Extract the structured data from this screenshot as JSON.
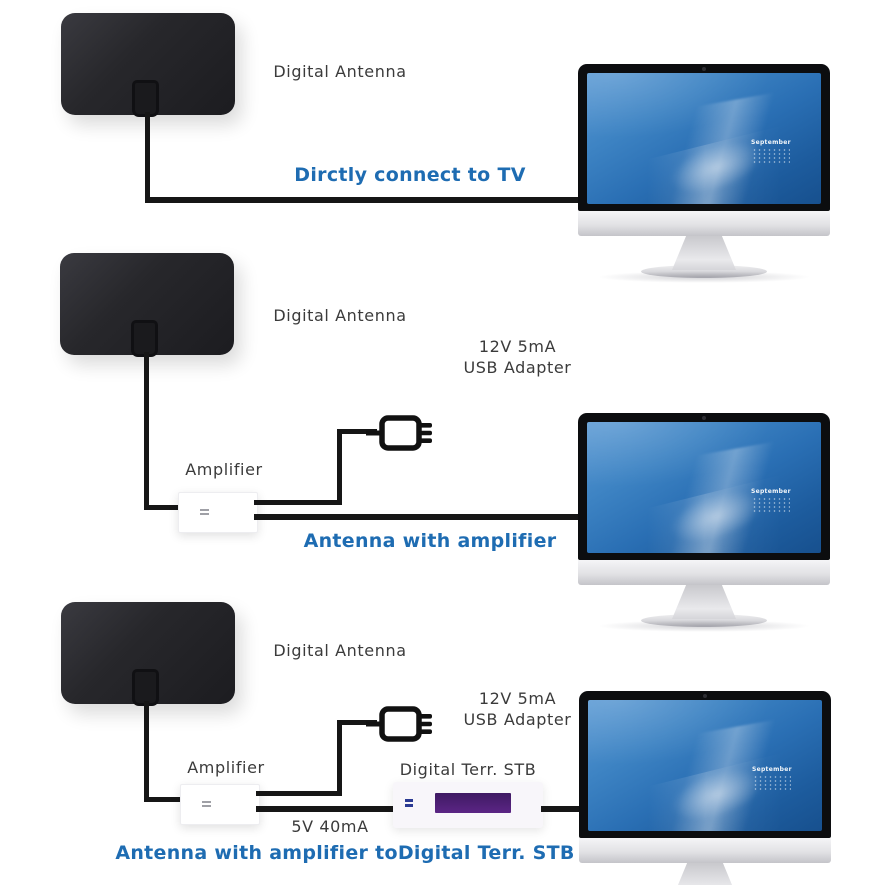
{
  "colors": {
    "caption_blue": "#1e6cb2",
    "label_gray": "#3b3b3b",
    "cable_black": "#161616",
    "antenna_dark": "#1c1c20",
    "screen_blue_light": "#5898d3",
    "screen_blue_dark": "#17508e",
    "stb_display_purple": "#542384",
    "stb_indicator_navy": "#2b3a93"
  },
  "tv_wallpaper": {
    "calendar_title": "September"
  },
  "sections": [
    {
      "name": "direct-connect",
      "antenna_label": "Digital Antenna",
      "caption": "Dirctly connect to TV"
    },
    {
      "name": "with-amplifier",
      "antenna_label": "Digital Antenna",
      "amplifier_label": "Amplifier",
      "adapter_line1": "12V 5mA",
      "adapter_line2": "USB Adapter",
      "caption": "Antenna with amplifier"
    },
    {
      "name": "with-amplifier-stb",
      "antenna_label": "Digital Antenna",
      "amplifier_label": "Amplifier",
      "adapter_line1": "12V 5mA",
      "adapter_line2": "USB Adapter",
      "stb_label": "Digital Terr. STB",
      "wire_label": "5V 40mA",
      "caption": "Antenna with amplifier toDigital Terr. STB"
    }
  ]
}
